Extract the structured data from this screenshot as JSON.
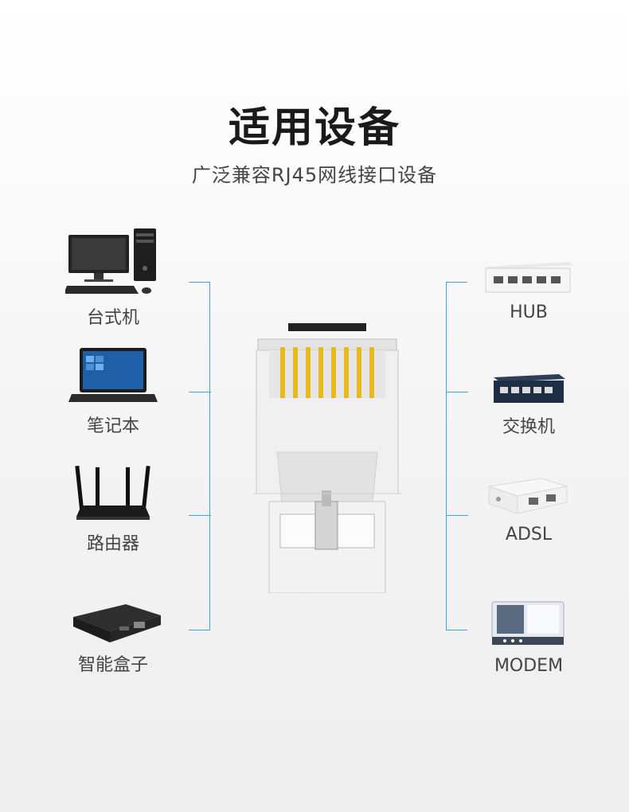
{
  "header": {
    "title": "适用设备",
    "subtitle": "广泛兼容RJ45网线接口设备"
  },
  "left_devices": [
    {
      "label": "台式机",
      "icon": "desktop-computer-icon"
    },
    {
      "label": "笔记本",
      "icon": "laptop-icon"
    },
    {
      "label": "路由器",
      "icon": "router-icon"
    },
    {
      "label": "智能盒子",
      "icon": "set-top-box-icon"
    }
  ],
  "right_devices": [
    {
      "label": "HUB",
      "icon": "hub-icon"
    },
    {
      "label": "交换机",
      "icon": "switch-icon"
    },
    {
      "label": "ADSL",
      "icon": "adsl-icon"
    },
    {
      "label": "MODEM",
      "icon": "modem-icon"
    }
  ],
  "colors": {
    "bracket": "#3aa6e0",
    "gold_pin": "#e8b820"
  }
}
